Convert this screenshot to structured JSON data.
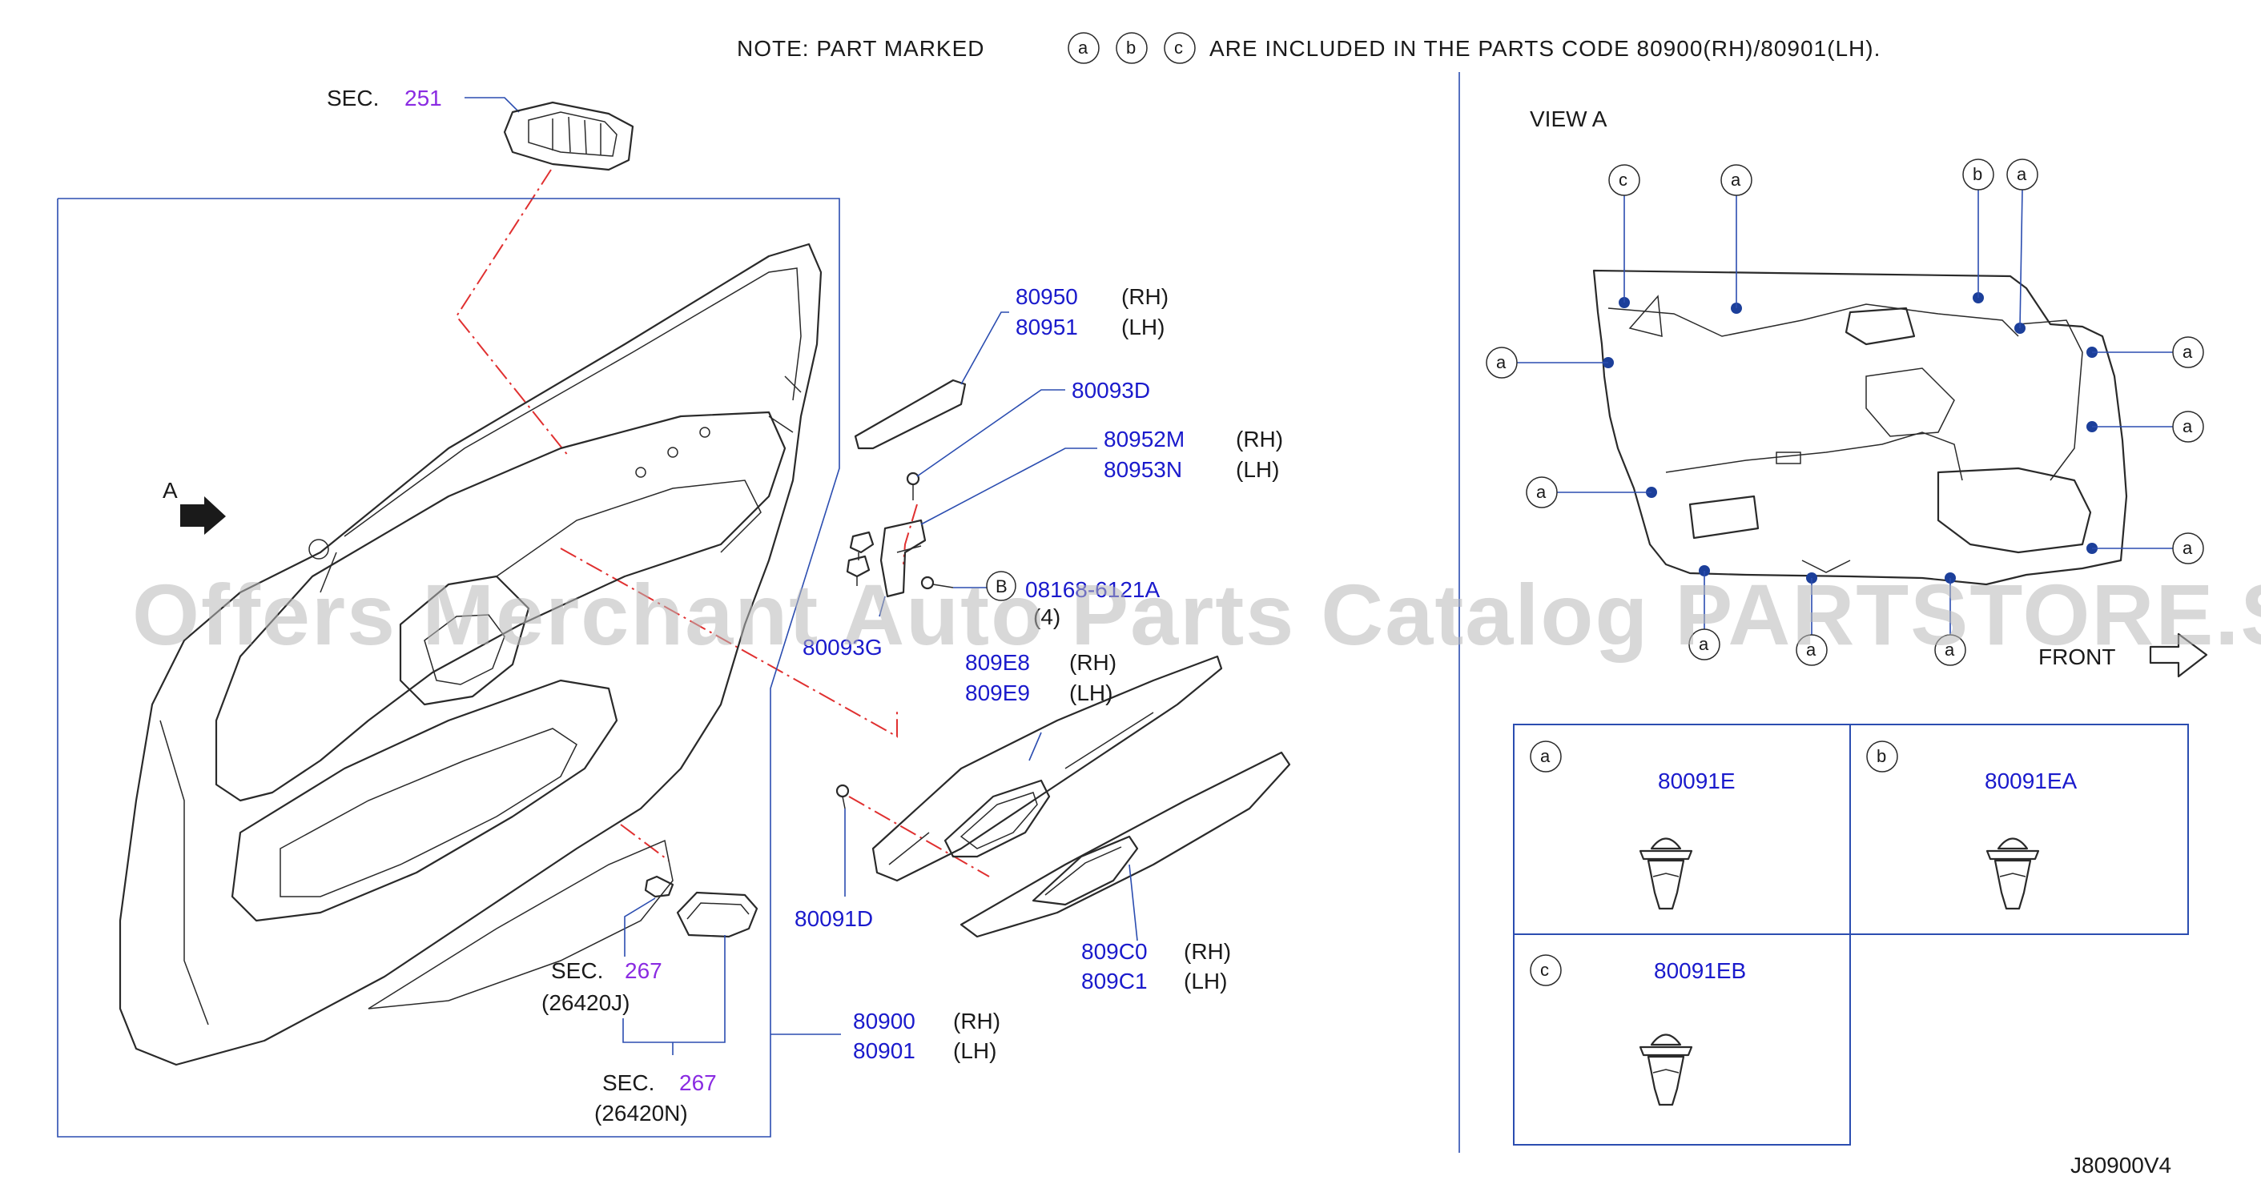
{
  "note": {
    "prefix": "NOTE:  PART  MARKED",
    "letters": [
      "a",
      "b",
      "c"
    ],
    "suffix": "ARE  INCLUDED  IN  THE  PARTS  CODE  80900(RH)/80901(LH)."
  },
  "view_label": "VIEW  A",
  "arrow_a_label": "A",
  "front_label": "FRONT",
  "drawing_code": "J80900V4",
  "watermark": "Offers Merchant Auto Parts Catalog PARTSTORE.SA",
  "sec_labels": {
    "sec_word": "SEC.",
    "sec_251": "251",
    "sec_267a": "267",
    "sec_267a_part": "(26420J)",
    "sec_267b": "267",
    "sec_267b_part": "(26420N)"
  },
  "parts": {
    "p80950": "80950",
    "p80951": "80951",
    "p80093D": "80093D",
    "p80952M": "80952M",
    "p80953N": "80953N",
    "p08168": "08168-6121A",
    "p08168_qty": "(4)",
    "p08168_circle": "B",
    "p80093G": "80093G",
    "p809E8": "809E8",
    "p809E9": "809E9",
    "p80091D": "80091D",
    "p809C0": "809C0",
    "p809C1": "809C1",
    "p80900": "80900",
    "p80901": "80901"
  },
  "side": {
    "rh": "(RH)",
    "lh": "(LH)"
  },
  "view_callouts": [
    "c",
    "a",
    "b",
    "a",
    "a",
    "a",
    "a",
    "a",
    "a",
    "a",
    "a",
    "a",
    "a"
  ],
  "clips": [
    {
      "letter": "a",
      "code": "80091E"
    },
    {
      "letter": "b",
      "code": "80091EA"
    },
    {
      "letter": "c",
      "code": "80091EB"
    }
  ]
}
